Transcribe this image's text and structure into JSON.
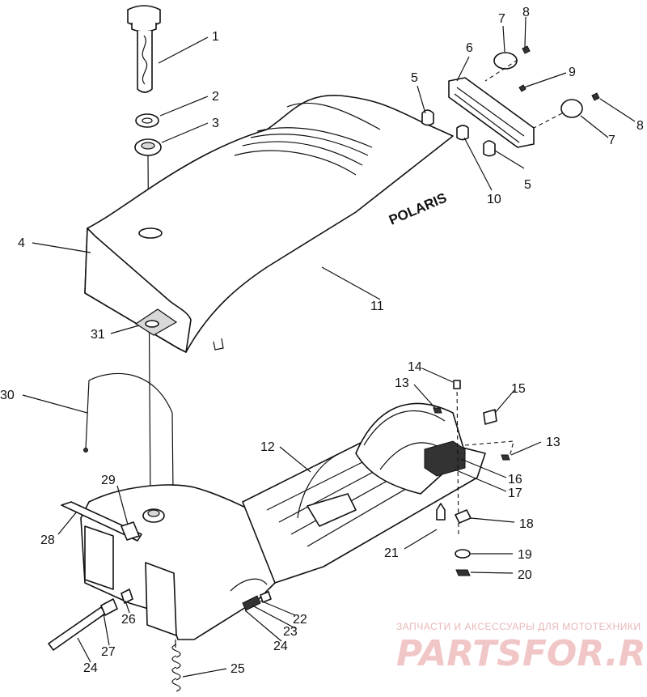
{
  "diagram": {
    "brand_on_seat": "POLARIS",
    "callouts": [
      "1",
      "2",
      "3",
      "4",
      "5",
      "5",
      "6",
      "7",
      "7",
      "8",
      "8",
      "9",
      "10",
      "11",
      "12",
      "13",
      "13",
      "14",
      "15",
      "16",
      "17",
      "18",
      "19",
      "20",
      "21",
      "22",
      "23",
      "24",
      "24",
      "25",
      "26",
      "27",
      "28",
      "29",
      "30",
      "31"
    ]
  },
  "watermark": {
    "tagline": "ЗАПЧАСТИ И АКСЕССУАРЫ ДЛЯ МОТОТЕХНИКИ",
    "brand": "PARTSFOR.RU"
  }
}
